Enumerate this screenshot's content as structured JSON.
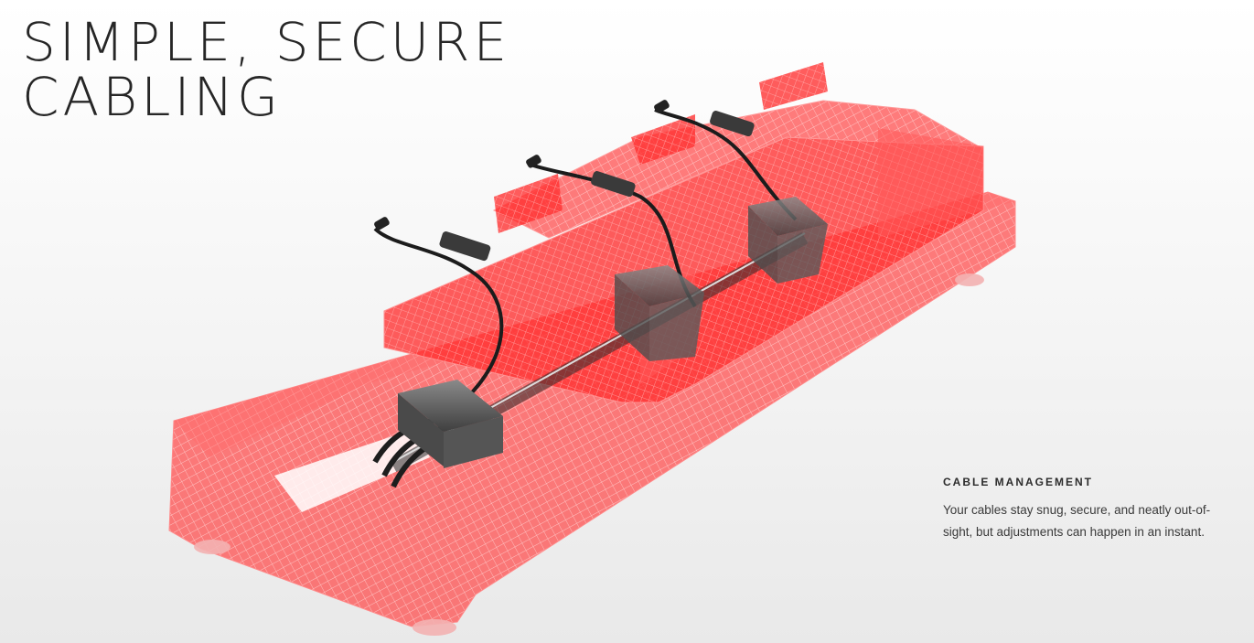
{
  "headline": {
    "line1": "SIMPLE, SECURE",
    "line2": "CABLING"
  },
  "feature": {
    "title": "CABLE MANAGEMENT",
    "description": "Your cables stay snug, secure, and neatly out-of-sight, but adjustments can happen in an instant."
  },
  "colors": {
    "wireframe_fill": "#ff3b3b",
    "wireframe_grid": "#ffb0b0",
    "cable": "#1e1e1e",
    "clip": "#6b6b6b",
    "background": "#f2f2f2"
  },
  "image": {
    "icon": "slider-cable-wireframe-render"
  }
}
